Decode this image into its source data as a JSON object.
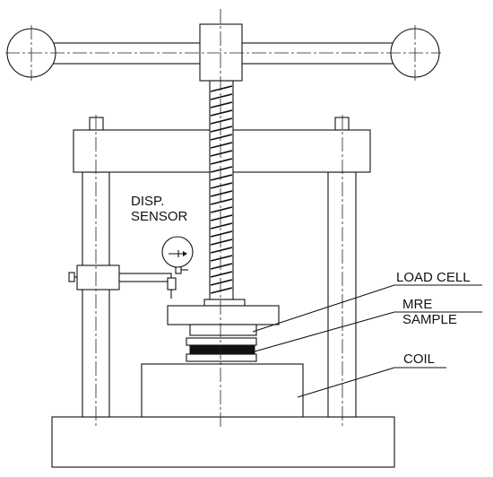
{
  "labels": {
    "disp_sensor": [
      "DISP.",
      "SENSOR"
    ],
    "load_cell": "LOAD CELL",
    "mre_sample": [
      "MRE",
      "SAMPLE"
    ],
    "coil": "COIL"
  },
  "colors": {
    "line": "#111111",
    "background": "#ffffff",
    "sample": "#111111"
  }
}
